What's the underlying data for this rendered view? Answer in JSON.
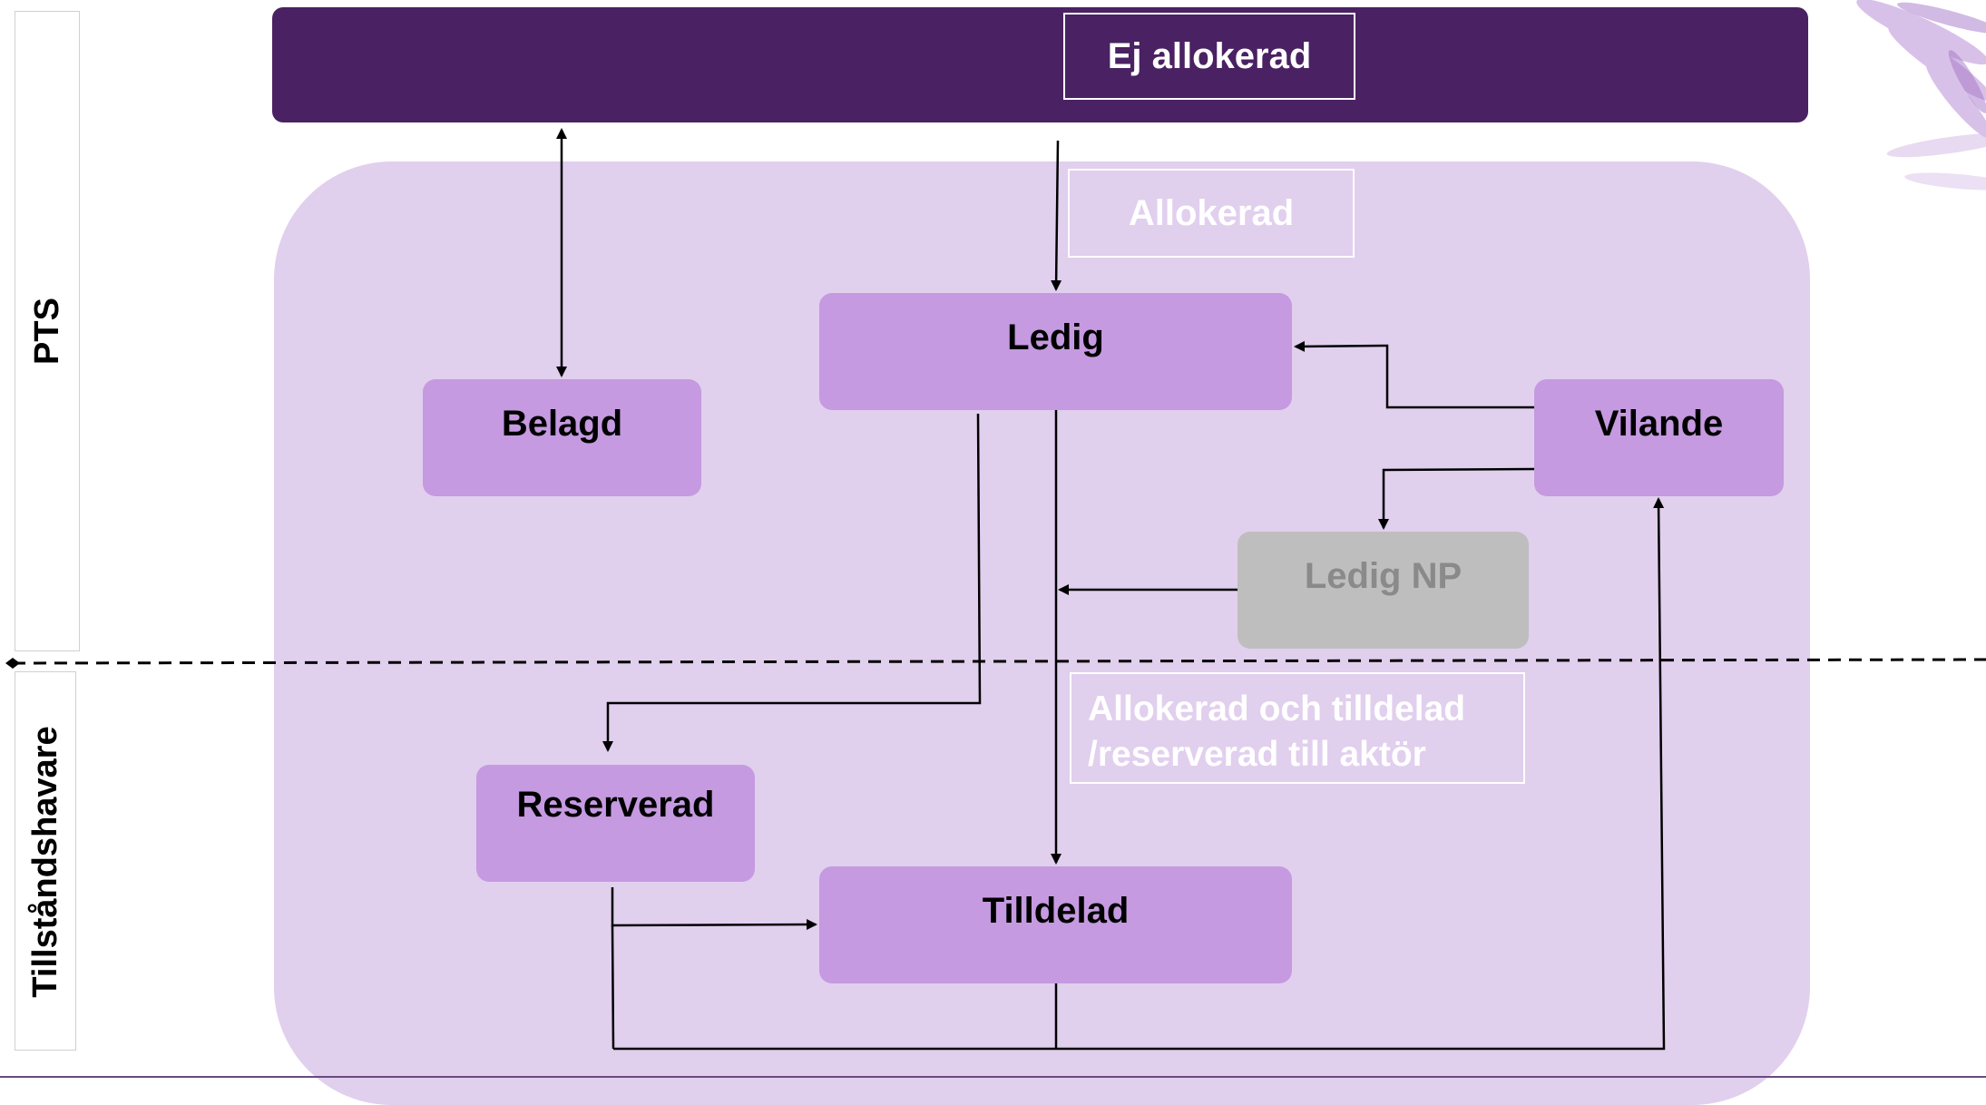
{
  "lanes": {
    "top": "PTS",
    "bottom": "Tillståndshavare"
  },
  "labels": {
    "unallocated": "Ej allokerad",
    "allocated": "Allokerad",
    "allocated_assigned_line1": "Allokerad och tilldelad",
    "allocated_assigned_line2": "/reserverad till aktör"
  },
  "nodes": {
    "ledig": "Ledig",
    "belagd": "Belagd",
    "vilande": "Vilande",
    "ledig_np": "Ledig NP",
    "reserverad": "Reserverad",
    "tilldelad": "Tilldelad"
  },
  "colors": {
    "dark_purple": "#4a2163",
    "zone": "#e1cfee",
    "node": "#c59ae0",
    "node_inactive": "#bebebe"
  }
}
